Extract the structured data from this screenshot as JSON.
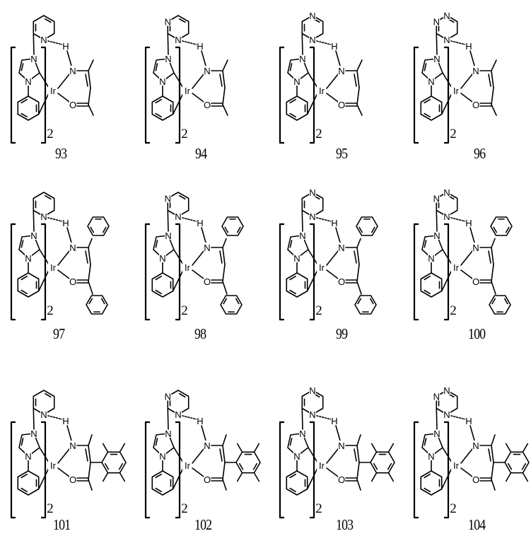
{
  "figure": {
    "type": "chemical-structure-grid",
    "background": "#ffffff",
    "ink_color": "#000000",
    "rows": 3,
    "columns": 4,
    "common_core": {
      "metal": "Ir",
      "cyclometalating_ligand": "1-phenylimidazol-2-ylidene bearing azine N-substituent",
      "ligand_multiplicity": "2",
      "hydrogen_bond": "N-H···N",
      "atom_labels": [
        "N",
        "N",
        "Ir",
        "N",
        "H",
        "O"
      ]
    },
    "compounds": [
      {
        "id": "93",
        "label": "93",
        "azine": "pyridin-2-yl",
        "azine_N_labels": [
          "N"
        ],
        "ancillary": "acac-imine (methyl/methyl)"
      },
      {
        "id": "94",
        "label": "94",
        "azine": "pyrimidin-2-yl",
        "azine_N_labels": [
          "N",
          "N"
        ],
        "ancillary": "acac-imine (methyl/methyl)"
      },
      {
        "id": "95",
        "label": "95",
        "azine": "pyrimidin-4-yl",
        "azine_N_labels": [
          "N",
          "N"
        ],
        "ancillary": "acac-imine (methyl/methyl)"
      },
      {
        "id": "96",
        "label": "96",
        "azine": "1,3,5-triazin-2-yl",
        "azine_N_labels": [
          "N",
          "N",
          "N"
        ],
        "ancillary": "acac-imine (methyl/methyl)"
      },
      {
        "id": "97",
        "label": "97",
        "azine": "pyridin-2-yl",
        "azine_N_labels": [
          "N"
        ],
        "ancillary": "dibenzoylmethane-imine (phenyl/phenyl)"
      },
      {
        "id": "98",
        "label": "98",
        "azine": "pyrimidin-2-yl",
        "azine_N_labels": [
          "N",
          "N"
        ],
        "ancillary": "dibenzoylmethane-imine (phenyl/phenyl)"
      },
      {
        "id": "99",
        "label": "99",
        "azine": "pyrimidin-4-yl",
        "azine_N_labels": [
          "N",
          "N"
        ],
        "ancillary": "dibenzoylmethane-imine (phenyl/phenyl)"
      },
      {
        "id": "100",
        "label": "100",
        "azine": "1,3,5-triazin-2-yl",
        "azine_N_labels": [
          "N",
          "N",
          "N"
        ],
        "ancillary": "dibenzoylmethane-imine (phenyl/phenyl)"
      },
      {
        "id": "101",
        "label": "101",
        "azine": "pyridin-2-yl",
        "azine_N_labels": [
          "N"
        ],
        "ancillary": "3-(tetramethylphenyl)-acac-imine"
      },
      {
        "id": "102",
        "label": "102",
        "azine": "pyrimidin-2-yl",
        "azine_N_labels": [
          "N",
          "N"
        ],
        "ancillary": "3-(tetramethylphenyl)-acac-imine"
      },
      {
        "id": "103",
        "label": "103",
        "azine": "pyrimidin-4-yl",
        "azine_N_labels": [
          "N",
          "N"
        ],
        "ancillary": "3-(tetramethylphenyl)-acac-imine"
      },
      {
        "id": "104",
        "label": "104",
        "azine": "1,3,5-triazin-2-yl",
        "azine_N_labels": [
          "N",
          "N",
          "N"
        ],
        "ancillary": "3-(tetramethylphenyl)-acac-imine"
      }
    ],
    "glyphs": {
      "N": "N",
      "H": "H",
      "O": "O",
      "Ir": "Ir",
      "subscript": "2"
    }
  }
}
